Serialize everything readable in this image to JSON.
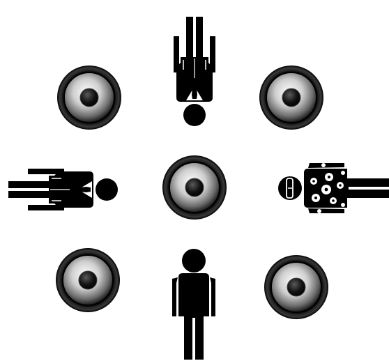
{
  "diagram": {
    "background": "#ffffff",
    "figure_color": "#000000",
    "speakers": [
      {
        "id": "speaker-top-left",
        "position": "top-left"
      },
      {
        "id": "speaker-top-right",
        "position": "top-right"
      },
      {
        "id": "speaker-center",
        "position": "center"
      },
      {
        "id": "speaker-bottom-left",
        "position": "bottom-left"
      },
      {
        "id": "speaker-bottom-right",
        "position": "bottom-right"
      }
    ],
    "people": [
      {
        "id": "person-top",
        "position": "top",
        "facing": "down",
        "attire": "suit-with-tie"
      },
      {
        "id": "person-left",
        "position": "left",
        "facing": "right",
        "attire": "suit-with-tie"
      },
      {
        "id": "person-right",
        "position": "right",
        "facing": "left",
        "attire": "floral-shirt-sunglasses"
      },
      {
        "id": "person-bottom",
        "position": "bottom",
        "facing": "up",
        "attire": "plain"
      }
    ]
  }
}
